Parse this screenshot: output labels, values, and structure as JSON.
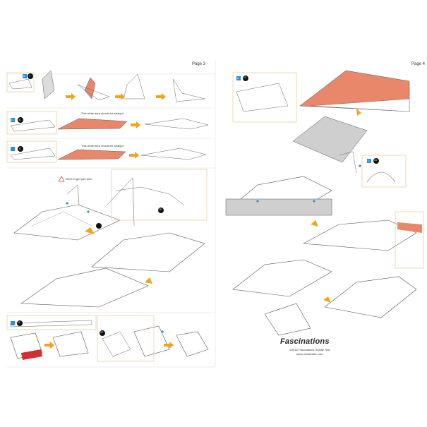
{
  "left_page": {
    "label": "Page 3",
    "notes": {
      "straight_1": "This white area should be straight",
      "straight_2": "This white area should be straight",
      "part_warning": "Don't forget part #10!"
    }
  },
  "right_page": {
    "label": "Page 4"
  },
  "brand": {
    "name": "Fascinations",
    "copyright": "©2015 Fascinations Seattle, WA",
    "website": "www.metalearth.com"
  },
  "step_numbers": {
    "s7a": "7",
    "s8": "8",
    "s9": "9",
    "s10": "10",
    "s11": "11",
    "s12": "12",
    "s13": "13",
    "s14": "14"
  },
  "part_letters": {
    "a": "A",
    "b": "B",
    "c": "C"
  },
  "colors": {
    "copper": "#e9876a",
    "panel_gray": "#cfcfcf",
    "frame_border": "#e5c27a",
    "blue_marker": "#2a8fd8",
    "warning_red": "#d03030",
    "arrow_orange": "#f3a21b"
  }
}
